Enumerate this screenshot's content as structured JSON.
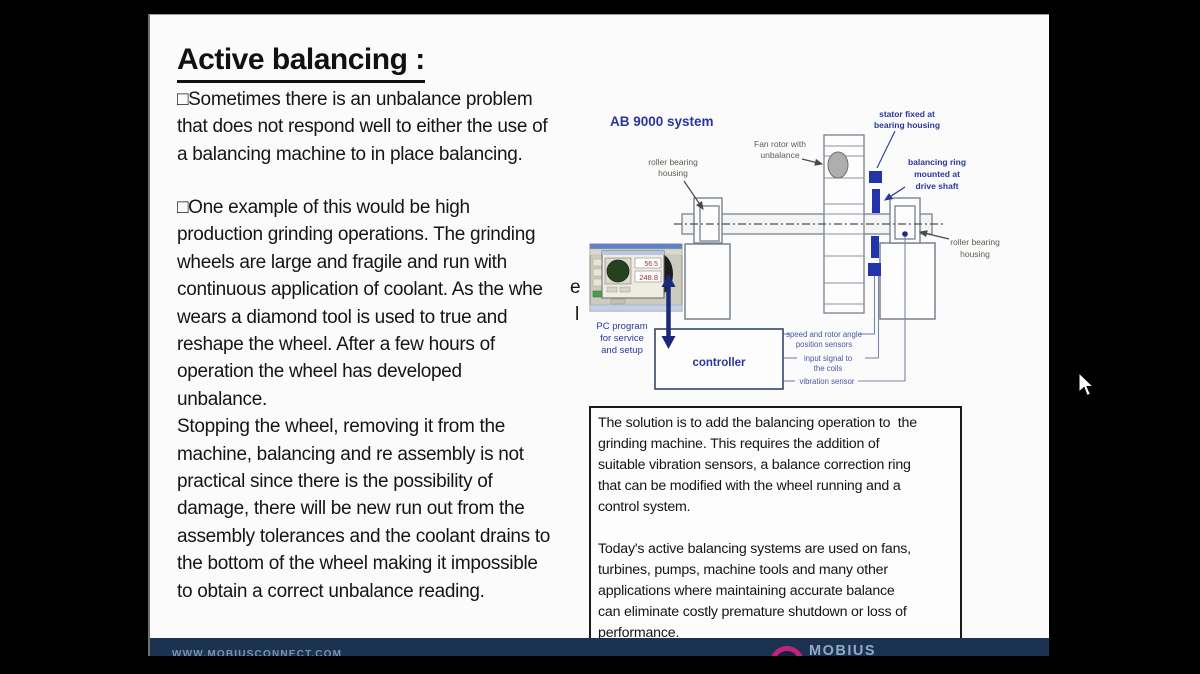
{
  "slide": {
    "title": "Active balancing :",
    "bullet1_lines": [
      "□Sometimes there is an unbalance problem",
      "that does not respond well to either the use of",
      "a balancing machine to in place balancing."
    ],
    "bullet2_lines": [
      "□One example of this would be high",
      "production grinding operations. The grinding",
      "wheels are large and fragile and run with",
      "continuous application of coolant. As the whe",
      "wears a diamond tool is used to true and",
      "reshape the wheel. After a few hours of",
      "operation the wheel has developed",
      "unbalance."
    ],
    "para3_lines": [
      "Stopping the wheel, removing it from the",
      "machine, balancing and re assembly is not",
      "practical since there is the possibility of",
      "damage, there will be new run out from the",
      "assembly tolerances and the coolant drains to",
      "the bottom of the wheel making it impossible",
      "to obtain a correct unbalance reading."
    ],
    "stray_e": "e",
    "stray_l": "l"
  },
  "diagram": {
    "system_label": "AB 9000 system",
    "fan_label_1": "Fan rotor with",
    "fan_label_2": "unbalance",
    "left_bearing_label_1": "roller bearing",
    "left_bearing_label_2": "housing",
    "stator_label_1": "stator fixed at",
    "stator_label_2": "bearing housing",
    "ring_label_1": "balancing ring",
    "ring_label_2": "mounted at",
    "ring_label_3": "drive shaft",
    "right_bearing_label_1": "roller bearing",
    "right_bearing_label_2": "housing",
    "pc_label_1": "PC program",
    "pc_label_2": "for service",
    "pc_label_3": "and setup",
    "controller_label": "controller",
    "sensor1_line1": "speed and rotor angle",
    "sensor1_line2": "position sensors",
    "sensor2_line1": "input signal to",
    "sensor2_line2": "the coils",
    "sensor3_line1": "vibration sensor",
    "pc_value_top": "56.5",
    "pc_value_bottom": "248.8"
  },
  "solution_box": {
    "p1_lines": [
      "The solution is to add the balancing operation to  the",
      "grinding machine. This requires the addition of",
      "suitable vibration sensors, a balance correction ring",
      "that can be modified with the wheel running and a",
      "control system."
    ],
    "p2_lines": [
      "Today's active balancing systems are used on fans,",
      "turbines, pumps, machine tools and many other",
      "applications where maintaining accurate balance",
      "can eliminate costly premature shutdown or loss of",
      "performance."
    ]
  },
  "footer": {
    "url": "WWW.MOBIUSCONNECT.COM",
    "brand": "MOBIUS"
  },
  "colors": {
    "label_blue": "#2a3699",
    "machine_outline": "#78828f",
    "coil_blue": "#2333aa",
    "footer_bar": "#1b3350",
    "brand_magenta": "#c4207e",
    "brand_text": "#93a9c6"
  }
}
